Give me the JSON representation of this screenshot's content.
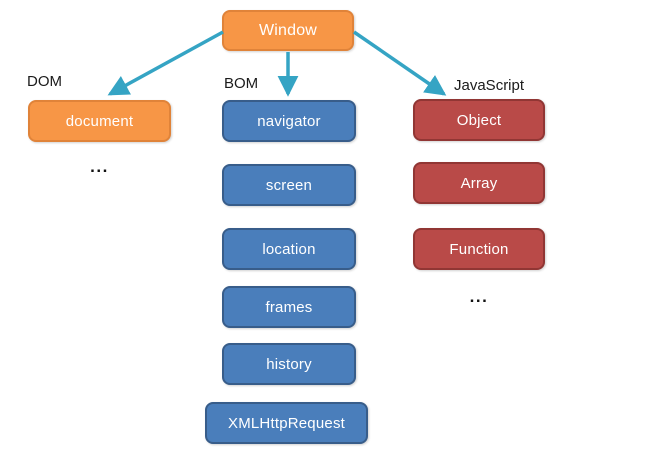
{
  "root": {
    "label": "Window"
  },
  "groups": [
    {
      "category": "DOM",
      "items": [
        "document"
      ],
      "ellipsis": "..."
    },
    {
      "category": "BOM",
      "items": [
        "navigator",
        "screen",
        "location",
        "frames",
        "history",
        "XMLHttpRequest"
      ]
    },
    {
      "category": "JavaScript",
      "items": [
        "Object",
        "Array",
        "Function"
      ],
      "ellipsis": "..."
    }
  ],
  "colors": {
    "orange": "#F79646",
    "orange_border": "#E08339",
    "blue": "#4A7EBB",
    "blue_border": "#385D8A",
    "red": "#B94A48",
    "red_border": "#913634",
    "arrow": "#35A4C4"
  }
}
